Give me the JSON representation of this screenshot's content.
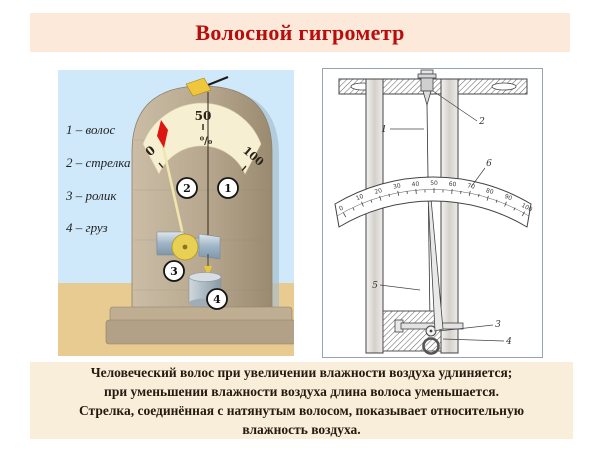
{
  "title": {
    "text": "Волосной гигрометр"
  },
  "left_figure": {
    "legend": [
      {
        "label": "1 – волос"
      },
      {
        "label": "2 – стрелка"
      },
      {
        "label": "3 – ролик"
      },
      {
        "label": "4 – груз"
      }
    ],
    "dial": {
      "min": "0",
      "mid": "50",
      "max": "100",
      "percent_sign": "⁰/₀"
    },
    "callouts": [
      "1",
      "2",
      "3",
      "4"
    ]
  },
  "right_figure": {
    "scale_ticks": [
      "0",
      "10",
      "20",
      "30",
      "40",
      "50",
      "60",
      "70",
      "80",
      "90",
      "100"
    ],
    "part_labels": {
      "hair": "1",
      "screw": "2",
      "axle": "3",
      "weight": "4",
      "pointer": "5",
      "scale": "6"
    }
  },
  "caption": {
    "lines": [
      "Человеческий волос при увеличении влажности воздуха удлиняется;",
      "при уменьшении влажности воздуха длина волоса уменьшается.",
      "Стрелка, соединённая с натянутым волосом, показывает относительную",
      "влажность воздуха."
    ]
  },
  "colors": {
    "title_text": "#b80d0d",
    "title_bg": "#fce9d9",
    "caption_bg": "#f9eeda",
    "sky": "#cfe9fa",
    "floor": "#e8cb90",
    "device_body": "#b7a78f",
    "dial_face": "#f7efd2",
    "pointer_red": "#dd1612",
    "drawing_ink": "#444444"
  }
}
